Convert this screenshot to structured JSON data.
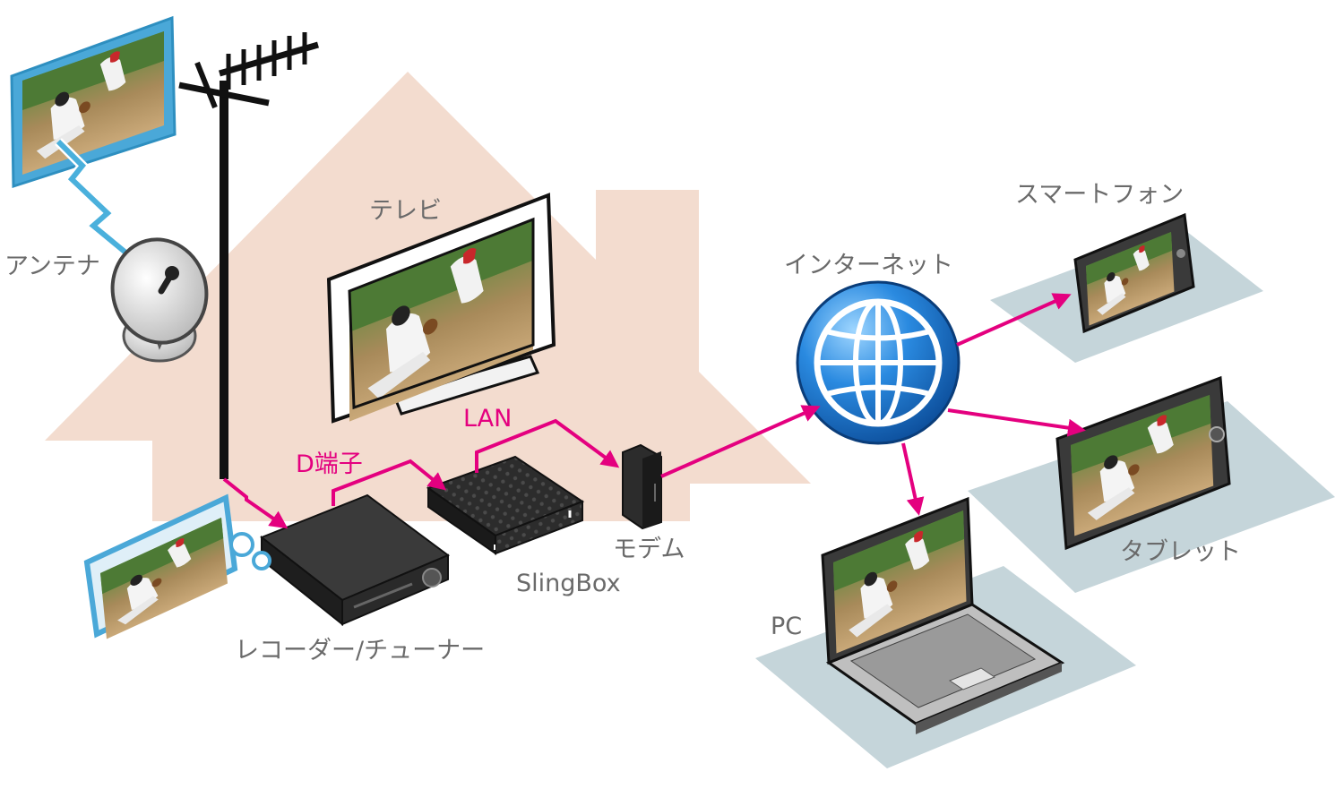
{
  "labels": {
    "antenna": "アンテナ",
    "tv": "テレビ",
    "internet": "インターネット",
    "smartphone": "スマートフォン",
    "tablet": "タブレット",
    "pc": "PC",
    "modem": "モデム",
    "slingbox": "SlingBox",
    "recorder": "レコーダー/チューナー",
    "d_terminal": "D端子",
    "lan": "LAN"
  },
  "colors": {
    "connection": "#e4007f",
    "house": "#f3dccf",
    "device_floor": "#c5d5da",
    "label_text": "#6a6a6a",
    "globe": "#1d7fd0"
  }
}
